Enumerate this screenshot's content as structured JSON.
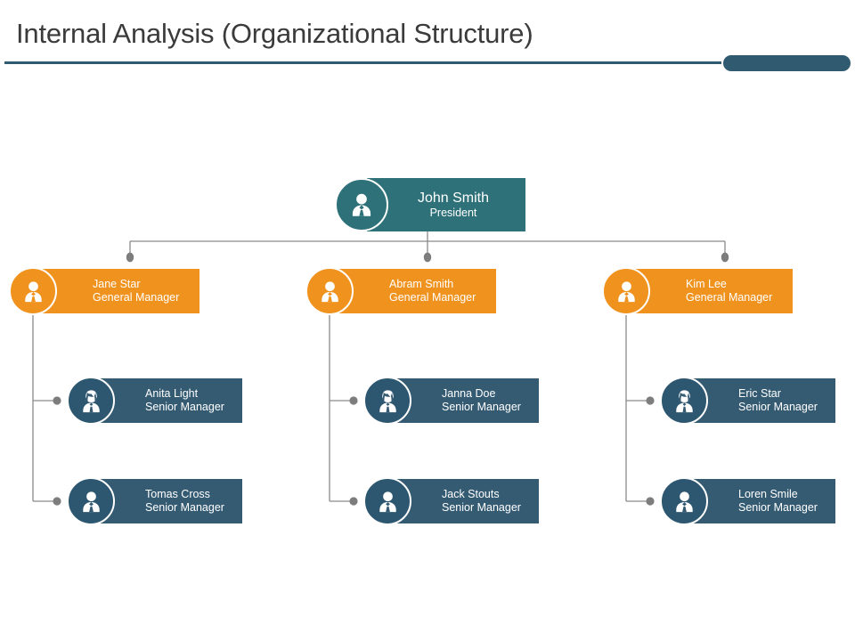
{
  "header": {
    "title": "Internal Analysis (Organizational Structure)",
    "rule_color": "#2F5A70",
    "accent_color": "#2F5A70"
  },
  "palette": {
    "root": "#2E7179",
    "level2": "#F0921E",
    "level3": "#355B73",
    "connector": "#8A8A8A",
    "background": "#FFFFFF",
    "text_on_node": "#FFFFFF"
  },
  "org_chart": {
    "root": {
      "name": "John Smith",
      "role": "President",
      "avatar": "person-male-icon",
      "color": "#2E7179"
    },
    "level2": [
      {
        "name": "Jane Star",
        "role": "General Manager",
        "avatar": "person-male-icon",
        "color": "#F0921E",
        "reports": [
          {
            "name": "Anita Light",
            "role": "Senior Manager",
            "avatar": "person-female-icon",
            "color": "#355B73"
          },
          {
            "name": "Tomas Cross",
            "role": "Senior Manager",
            "avatar": "person-male-icon",
            "color": "#355B73"
          }
        ]
      },
      {
        "name": "Abram Smith",
        "role": "General Manager",
        "avatar": "person-male-icon",
        "color": "#F0921E",
        "reports": [
          {
            "name": "Janna Doe",
            "role": "Senior Manager",
            "avatar": "person-female-icon",
            "color": "#355B73"
          },
          {
            "name": "Jack Stouts",
            "role": "Senior Manager",
            "avatar": "person-male-icon",
            "color": "#355B73"
          }
        ]
      },
      {
        "name": "Kim Lee",
        "role": "General Manager",
        "avatar": "person-male-icon",
        "color": "#F0921E",
        "reports": [
          {
            "name": "Eric Star",
            "role": "Senior Manager",
            "avatar": "person-female-icon",
            "color": "#355B73"
          },
          {
            "name": "Loren Smile",
            "role": "Senior Manager",
            "avatar": "person-male-icon",
            "color": "#355B73"
          }
        ]
      }
    ]
  }
}
